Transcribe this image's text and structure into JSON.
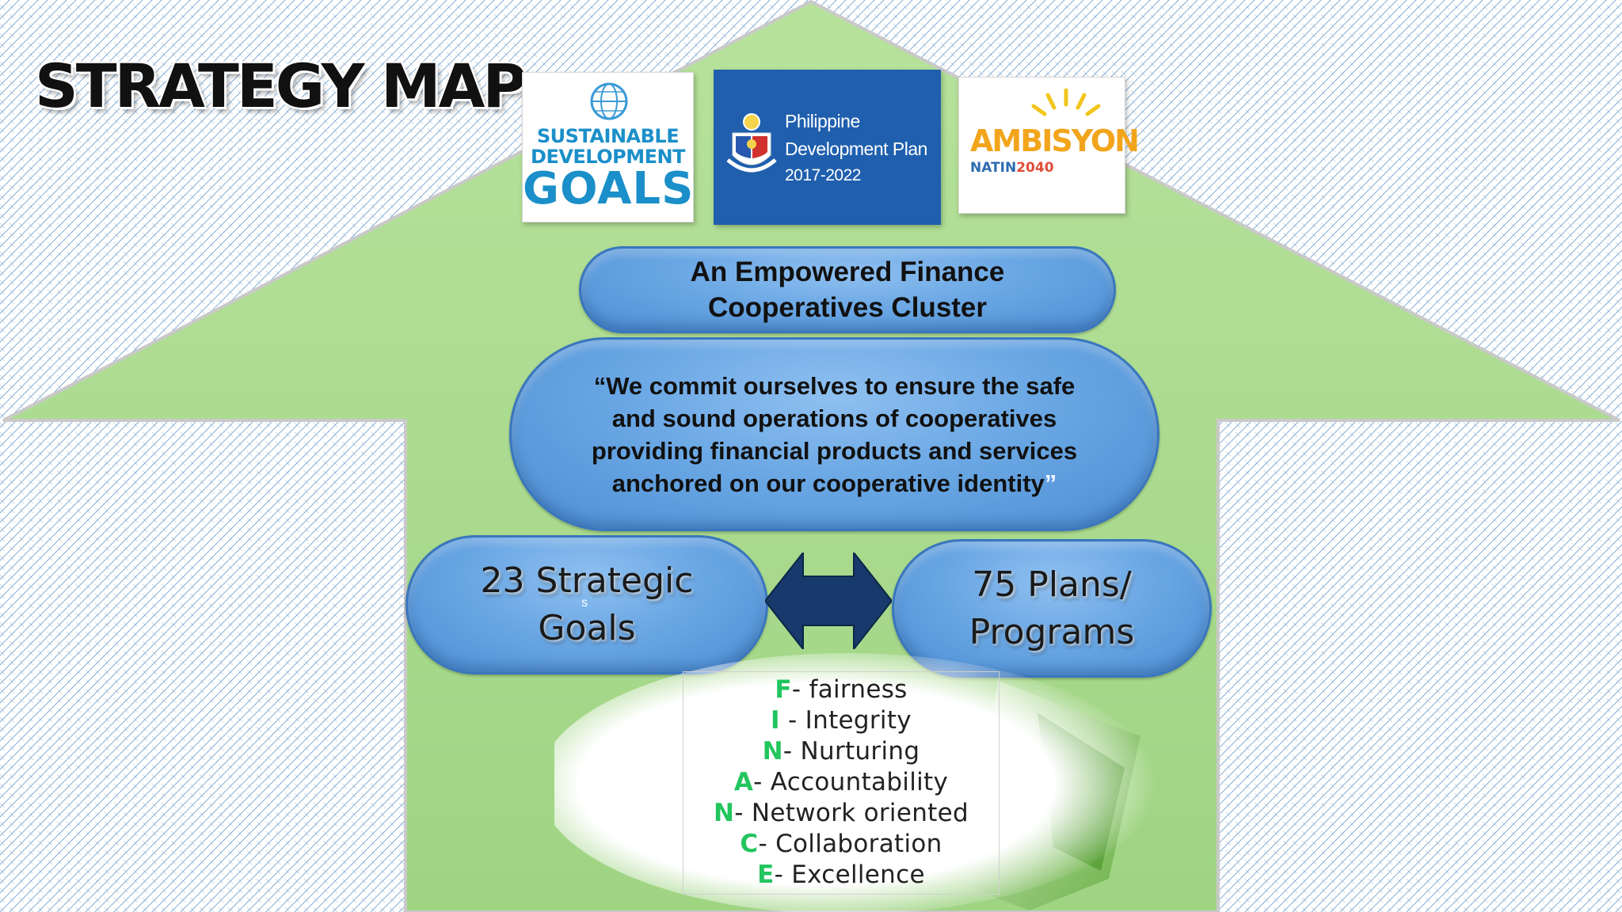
{
  "title": "STRATEGY MAP",
  "logos": {
    "sdg": {
      "line1": "SUSTAINABLE",
      "line2": "DEVELOPMENT",
      "line3": "GOALS"
    },
    "pdp": {
      "line1": "Philippine",
      "line2": "Development Plan",
      "line3": "2017-2022"
    },
    "ambisyon": {
      "word": "AMBISYON",
      "natin": "NATIN",
      "year": "2040"
    }
  },
  "vision": {
    "line1": "An Empowered Finance",
    "line2": "Cooperatives Cluster"
  },
  "mission": {
    "line1": "“We commit ourselves to ensure the safe",
    "line2": "and sound operations of cooperatives",
    "line3": "providing financial products and services",
    "line4": "anchored on our cooperative identity",
    "close_quote": "”"
  },
  "goals": {
    "line1": "23 Strategic",
    "line2": "Goals",
    "stray": "s"
  },
  "plans": {
    "line1": "75 Plans/",
    "line2": "Programs"
  },
  "values": [
    {
      "letter": "F",
      "text": "- fairness"
    },
    {
      "letter": "I",
      "text": " - Integrity"
    },
    {
      "letter": "N",
      "text": "- Nurturing"
    },
    {
      "letter": "A",
      "text": "- Accountability"
    },
    {
      "letter": "N",
      "text": "- Network oriented"
    },
    {
      "letter": "C",
      "text": "- Collaboration"
    },
    {
      "letter": "E",
      "text": "- Excellence"
    }
  ],
  "colors": {
    "house_fill": "#a8d88b",
    "pill_fill": "#6aa7e4",
    "arrow_fill": "#17396b",
    "value_letter": "#22c55e",
    "pattern": "#3a79b9"
  }
}
